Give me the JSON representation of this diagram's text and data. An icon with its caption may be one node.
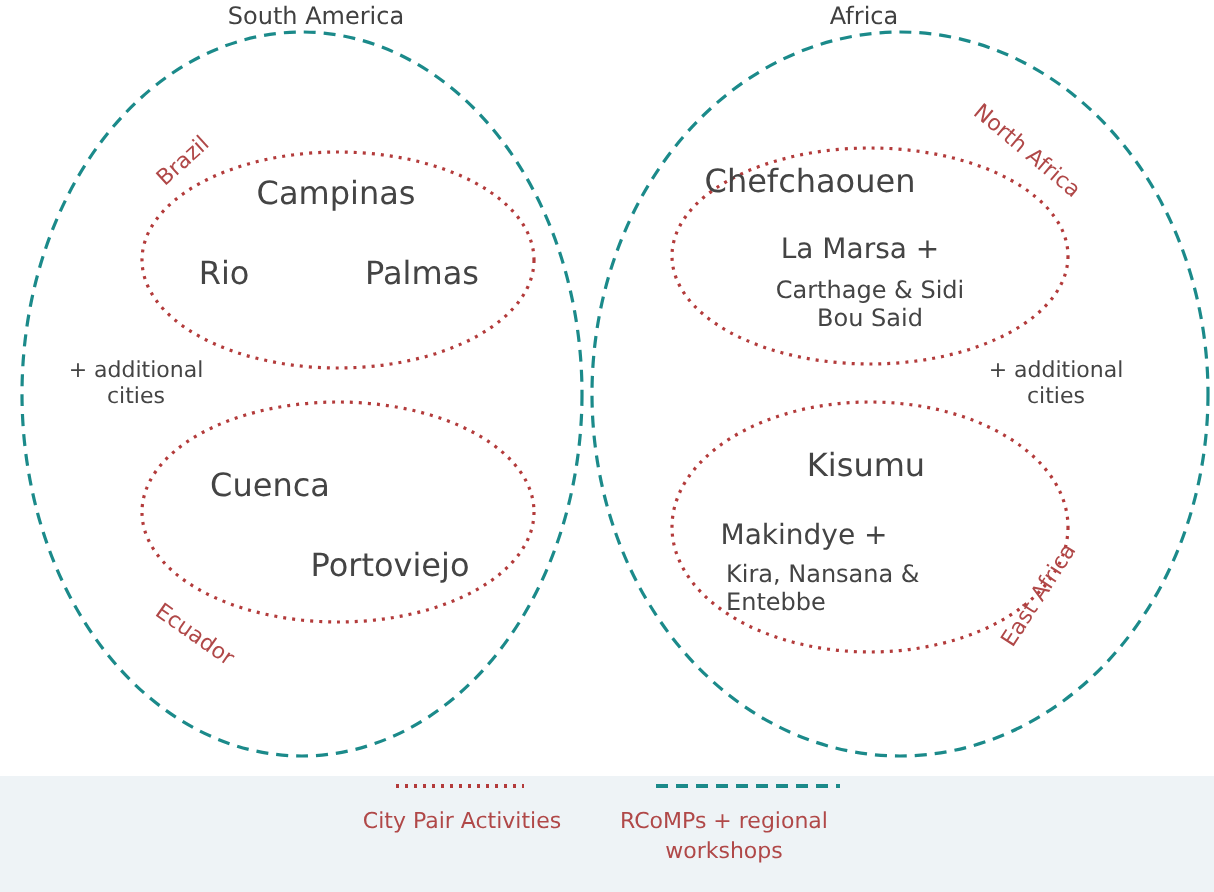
{
  "diagram": {
    "nodes": [
      {
        "text": [
          "South America",
          "+ additional cities"
        ]
      },
      {
        "text": [
          "Brazil",
          "Campinas",
          "Rio",
          "Palmas"
        ],
        "in": 0
      },
      {
        "text": [
          "Ecuador",
          "Cuenca",
          "Portoviejo"
        ],
        "in": 0
      },
      {
        "text": [
          "Africa",
          "+ additional cities"
        ]
      },
      {
        "text": [
          "North Africa",
          "Chefchaouen",
          "La Marsa +",
          "Carthage & Sidi Bou Said"
        ],
        "in": 3
      },
      {
        "text": [
          "East Africa",
          "Kisumu",
          "Makindye +",
          "Kira, Nansana & Entebbe"
        ],
        "in": 3
      }
    ],
    "legend": [
      {
        "text": "City Pair Activities"
      },
      {
        "text": "RCoMPs + regional workshops"
      }
    ]
  }
}
